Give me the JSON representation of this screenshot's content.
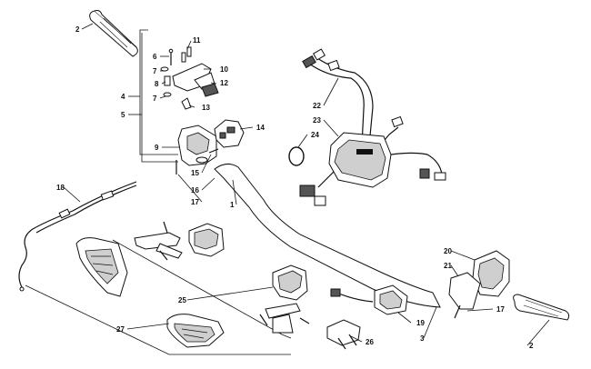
{
  "labels": {
    "l1": "1",
    "l2a": "2",
    "l2b": "2",
    "l3": "3",
    "l4": "4",
    "l5": "5",
    "l6": "6",
    "l7a": "7",
    "l7b": "7",
    "l8": "8",
    "l9": "9",
    "l10": "10",
    "l11": "11",
    "l12": "12",
    "l13": "13",
    "l14": "14",
    "l15": "15",
    "l16": "16",
    "l17a": "17",
    "l17b": "17",
    "l18": "18",
    "l19": "19",
    "l20": "20",
    "l21": "21",
    "l22": "22",
    "l23": "23",
    "l24": "24",
    "l25": "25",
    "l26": "26",
    "l27": "27"
  }
}
